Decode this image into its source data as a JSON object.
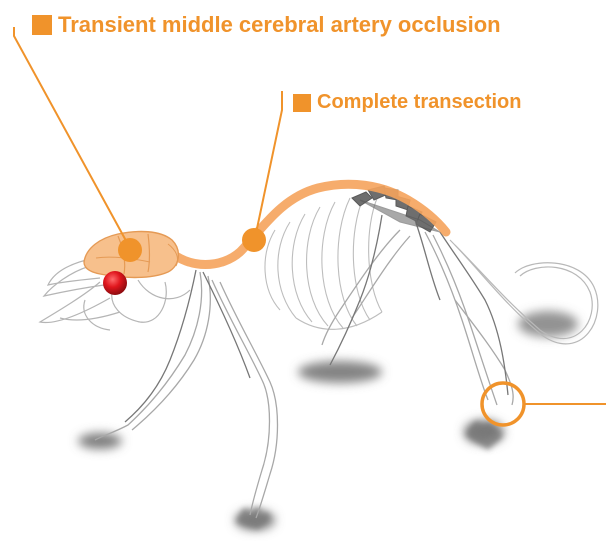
{
  "annotations": [
    {
      "id": "tmcao",
      "text": "Transient middle cerebral artery occlusion"
    },
    {
      "id": "transection",
      "text": "Complete transection"
    }
  ],
  "colors": {
    "accent": "#f0932b",
    "brain": "#f7c08c",
    "spine": "#f5a35c",
    "bone": "#bdbdbd",
    "nerve": "#777777",
    "shadow": "#6f6f6f",
    "lesion": "#d9141b"
  },
  "icons": [
    "square-marker-icon",
    "rat-skeleton-illustration",
    "brain-icon",
    "lesion-dot-icon",
    "paw-circle-icon"
  ]
}
